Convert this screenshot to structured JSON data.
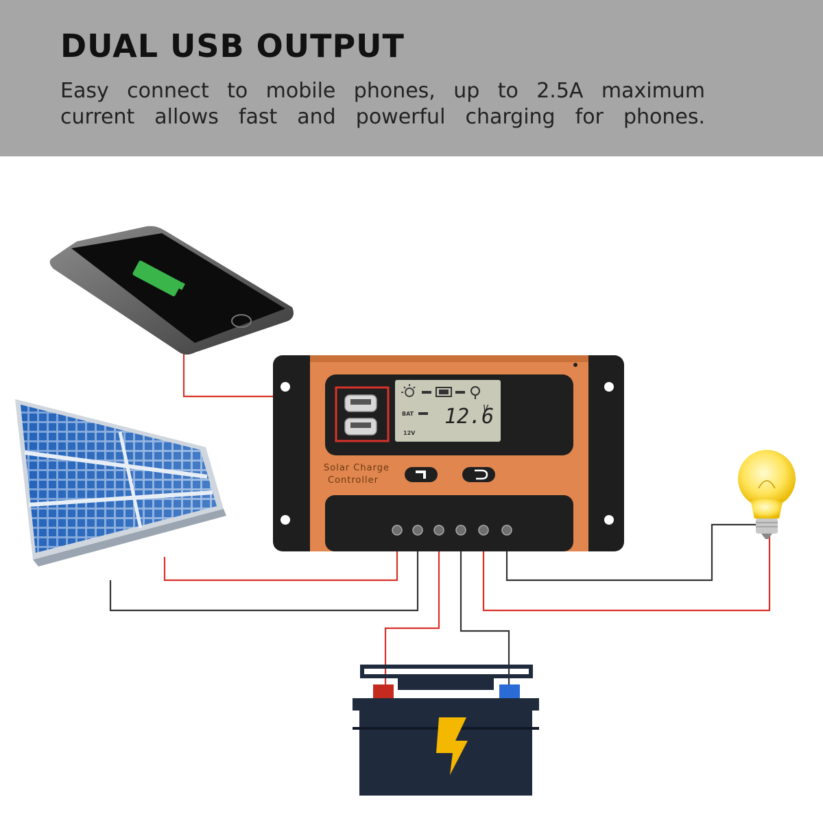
{
  "banner": {
    "title": "DUAL USB OUTPUT",
    "line1": "Easy connect to mobile phones, up to 2.5A maximum",
    "line2": "current allows fast and powerful charging for phones."
  },
  "controller": {
    "label_line1": "Solar Charge",
    "label_line2": "Controller",
    "lcd_value": "12.6",
    "lcd_unit": "V",
    "lcd_bat": "BAT",
    "lcd_mode": "12V",
    "button_left_icon": "menu-icon",
    "button_right_icon": "return-icon"
  },
  "colors": {
    "banner": "#a6a6a6",
    "controller_body": "#e0864e",
    "controller_frame": "#1e1e1e",
    "wire_positive": "#d9312a",
    "wire_negative": "#333333",
    "battery_body": "#1f2b3d",
    "bolt": "#f5b800",
    "bulb": "#ffe45a",
    "solar_cell": "#1f5fb5"
  },
  "icons": [
    "smartphone-icon",
    "solar-panel-icon",
    "battery-icon",
    "light-bulb-icon",
    "lightning-bolt-icon",
    "sun-icon",
    "usb-port-icon"
  ]
}
